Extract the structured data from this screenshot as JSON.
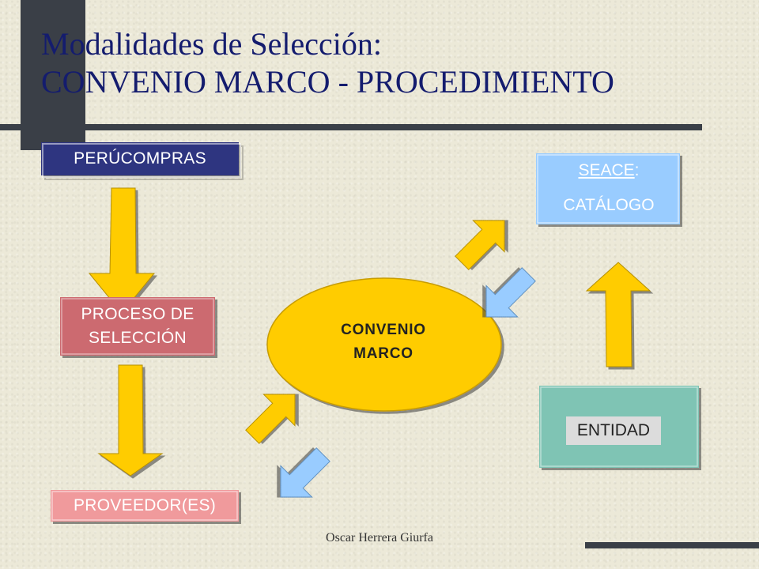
{
  "slide": {
    "title_line1": "Modalidades de Selección:",
    "title_line2": "CONVENIO MARCO - PROCEDIMIENTO",
    "footer": "Oscar Herrera Giurfa"
  },
  "diagram": {
    "perucompras": "PERÚCOMPRAS",
    "proceso_line1": "PROCESO DE",
    "proceso_line2": "SELECCIÓN",
    "proveedores": "PROVEEDOR(ES)",
    "convenio_line1": "CONVENIO",
    "convenio_line2": "MARCO",
    "seace_link": "SEACE",
    "seace_colon": ":",
    "seace_line2": "CATÁLOGO",
    "entidad": "ENTIDAD"
  },
  "colors": {
    "title": "#141c6e",
    "background": "#ece9d8",
    "navy_box": "#2e3480",
    "salmon_box": "#cc6b70",
    "pink_box": "#f09a9c",
    "yellow": "#ffcc00",
    "light_blue": "#99ccff",
    "teal": "#7fc4b4",
    "dark_bar": "#3a3f47"
  },
  "icons": {
    "down_arrow": "yellow-down-arrow-icon",
    "up_arrow": "yellow-up-arrow-icon",
    "diag_up_arrow": "yellow-diagonal-up-arrow-icon",
    "diag_down_arrow": "blue-diagonal-down-arrow-icon"
  }
}
